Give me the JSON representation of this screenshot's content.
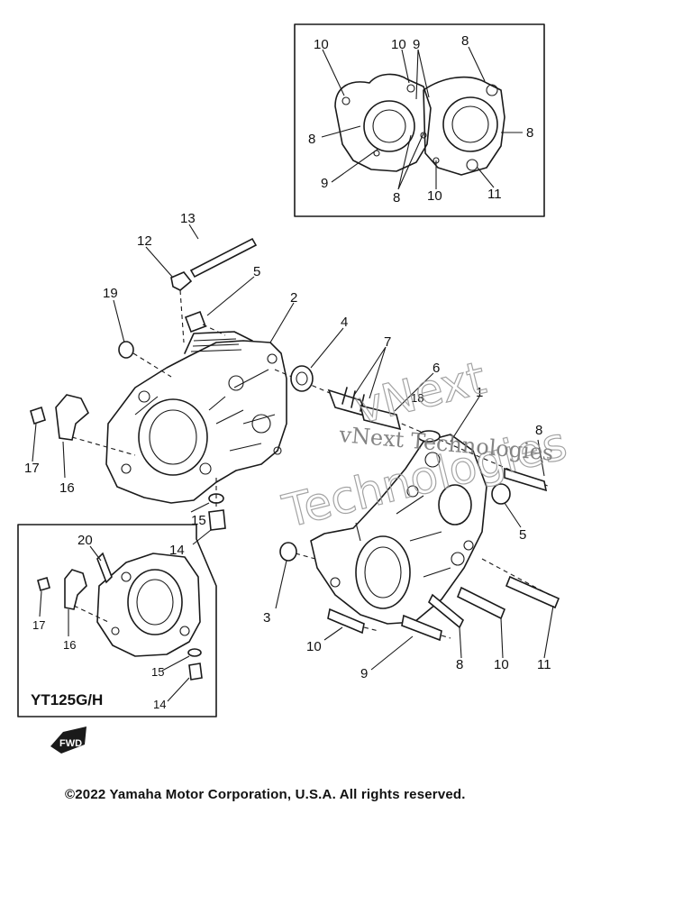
{
  "callouts_top_inset": [
    "10",
    "10",
    "9",
    "8",
    "8",
    "8",
    "9",
    "8",
    "10",
    "11"
  ],
  "callouts_main": [
    "13",
    "12",
    "5",
    "19",
    "2",
    "4",
    "7",
    "6",
    "1",
    "8",
    "17",
    "16",
    "15",
    "14",
    "5",
    "3",
    "10",
    "9",
    "8",
    "10",
    "11",
    "18"
  ],
  "callouts_variant_inset": [
    "20",
    "17",
    "16",
    "15",
    "14"
  ],
  "variant_label": "YT125G/H",
  "forward_mark": "FWD",
  "watermark_line1": "vNext",
  "watermark_line2": "Technologies",
  "watermark_small": "vNext Technologies",
  "copyright": "©2022 Yamaha Motor Corporation, U.S.A. All rights reserved."
}
